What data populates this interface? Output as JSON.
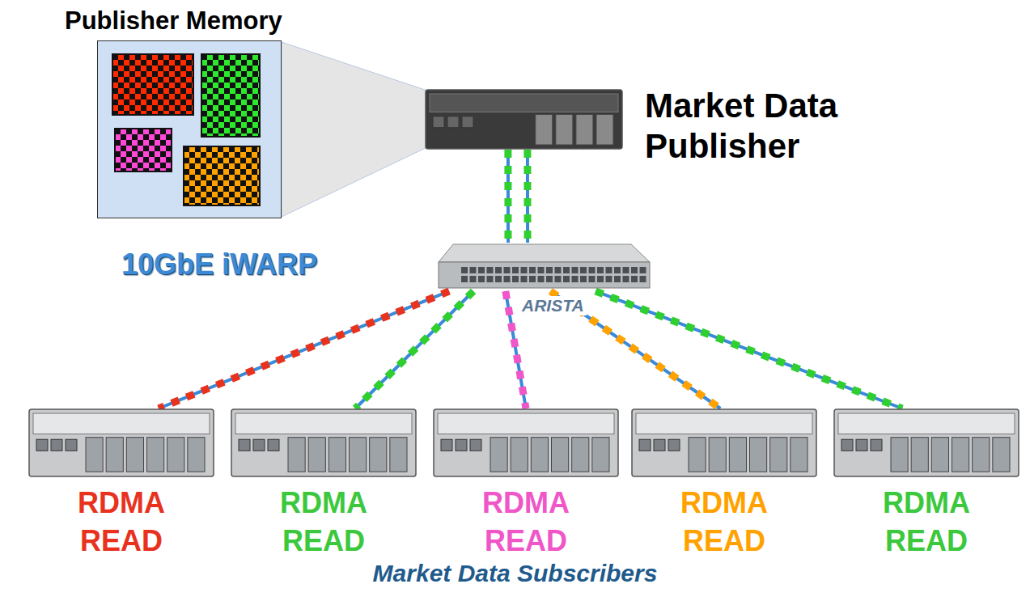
{
  "diagram": {
    "nodes": [
      {
        "text": [
          "Publisher Memory"
        ]
      },
      {
        "text": [
          "Market Data Publisher"
        ]
      },
      {
        "text": [
          "ARISTA"
        ]
      },
      {
        "text": [
          "RDMA READ"
        ]
      },
      {
        "text": [
          "RDMA READ"
        ]
      },
      {
        "text": [
          "RDMA READ"
        ]
      },
      {
        "text": [
          "RDMA READ"
        ]
      },
      {
        "text": [
          "RDMA READ"
        ]
      }
    ],
    "edges": [
      {
        "from": 1,
        "to": 2,
        "arrow": "none"
      },
      {
        "from": 1,
        "to": 2,
        "arrow": "none"
      },
      {
        "from": 2,
        "to": 3,
        "arrow": "none"
      },
      {
        "from": 2,
        "to": 4,
        "arrow": "none"
      },
      {
        "from": 2,
        "to": 5,
        "arrow": "none"
      },
      {
        "from": 2,
        "to": 6,
        "arrow": "none"
      },
      {
        "from": 2,
        "to": 7,
        "arrow": "none"
      }
    ],
    "labels": [
      "10GbE iWARP",
      "Market Data Subscribers"
    ]
  }
}
